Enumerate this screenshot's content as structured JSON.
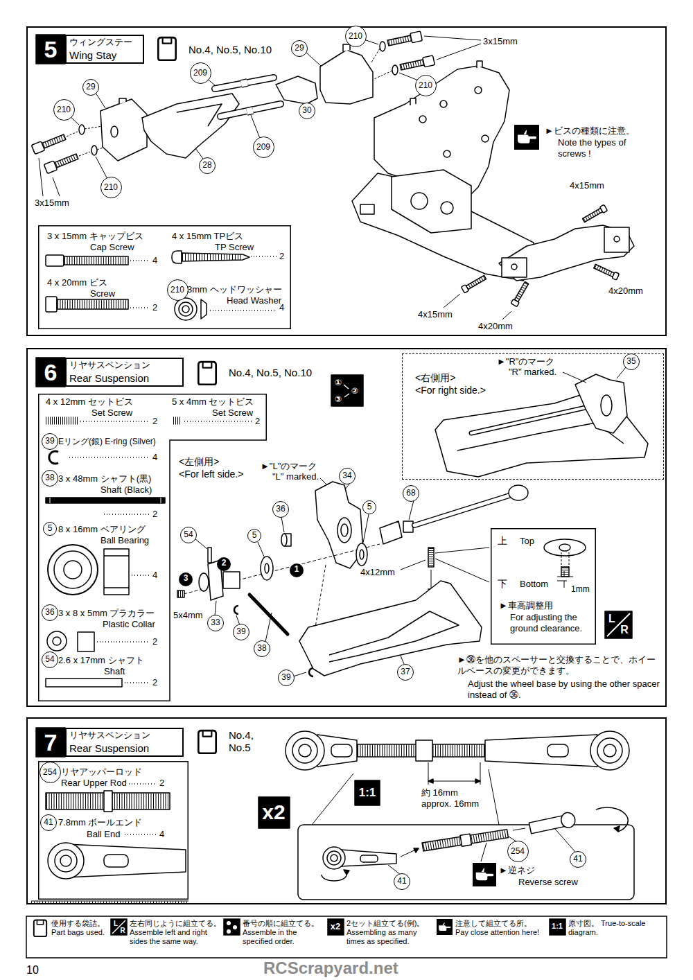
{
  "diagram": {
    "nodes": [
      {
        "text": [
          "5"
        ]
      },
      {
        "text": [
          "ウィングステー",
          "Wing Stay"
        ],
        "in": 0
      },
      {
        "text": [
          "3 x 15mm キャップビス",
          "Cap Screw",
          "4",
          "4 x 15mm TPビス",
          "TP Screw",
          "2",
          "4 x 20mm ビス",
          "Screw",
          "2",
          "210",
          "3mm ヘッドワッシャー",
          "Head Washer",
          "4"
        ],
        "in": 0
      },
      {
        "text": [
          "6"
        ]
      },
      {
        "text": [
          "リヤサスペンション",
          "Rear Suspension"
        ],
        "in": 3
      },
      {
        "text": [
          "4 x 12mm セットビス",
          "Set Screw",
          "2",
          "5 x 4mm セットビス",
          "Set Screw",
          "2",
          "39",
          "Eリング(銀) E-ring (Silver)",
          "4",
          "38",
          "3 x 48mm シャフト(黒)",
          "Shaft (Black)",
          "2",
          "5",
          "8 x 16mm ベアリング",
          "Ball Bearing",
          "4",
          "36",
          "3 x 8 x 5mm プラカラー",
          "Plastic Collar",
          "2",
          "54",
          "2.6 x 17mm シャフト",
          "Shaft",
          "2"
        ],
        "in": 3
      },
      {
        "text": [
          "<右側用>",
          "<For right side.>",
          "►\"R\"のマーク",
          "\"R\" marked."
        ],
        "in": 3
      },
      {
        "text": [
          "上",
          "Top",
          "下",
          "Bottom",
          "1mm",
          "►車高調整用",
          "For adjusting the ground clearance."
        ],
        "in": 3
      },
      {
        "text": [
          "7"
        ]
      },
      {
        "text": [
          "リヤサスペンション",
          "Rear Suspension"
        ],
        "in": 8
      },
      {
        "text": [
          "254",
          "リヤアッパーロッド",
          "Rear Upper Rod",
          "2",
          "41",
          "7.8mm ボールエンド",
          "Ball End",
          "4"
        ],
        "in": 8
      }
    ],
    "labels": [
      "No.4, No.5, No.10",
      "210",
      "29",
      "210",
      "209",
      "30",
      "209",
      "29",
      "210",
      "28",
      "210",
      "3x15mm",
      "3x15mm",
      "►ビスの種類に注意。",
      "Note the types of screws !",
      "4x15mm",
      "4x20mm",
      "4x15mm",
      "4x20mm",
      "No.4, No.5, No.10",
      "①",
      "②",
      "③",
      "<左側用>",
      "<For left side.>",
      "►\"L\"のマーク",
      "\"L\" marked.",
      "35",
      "34",
      "36",
      "5",
      "68",
      "54",
      "5",
      "2",
      "1",
      "3",
      "33",
      "39",
      "38",
      "37",
      "39",
      "4x12mm",
      "5x4mm",
      "L",
      "R",
      "►㊱を他のスペーサーと交換することで、ホイールベースの変更ができます。",
      "Adjust the wheel base by using the other spacer instead of ㊱.",
      "No.4, No.5",
      "x2",
      "1:1",
      "約 16mm",
      "approx. 16mm",
      "254",
      "41",
      "41",
      "►逆ネジ",
      "Reverse screw",
      "L",
      "R",
      "x2",
      "1:1",
      "10",
      "RCScrapyard.net"
    ],
    "legend": [
      {
        "text": "使用する袋詰。 Part bags used."
      },
      {
        "text": "左右同じように組立てる。 Assemble left and right sides the same way."
      },
      {
        "text": "番号の順に組立てる。 Assemble in the specified order."
      },
      {
        "text": "2セット組立てる(例)。 Assembling as many times as specified."
      },
      {
        "text": "注意して組立てる所。 Pay close attention here!"
      },
      {
        "text": "原寸図。 True-to-scale diagram."
      }
    ]
  }
}
